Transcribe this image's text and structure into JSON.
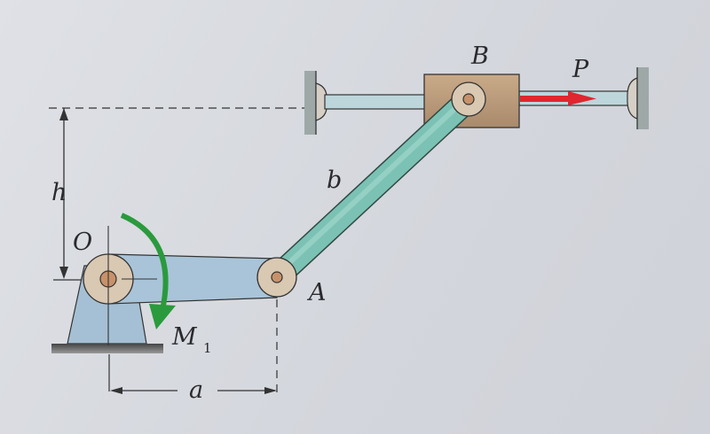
{
  "labels": {
    "B": "B",
    "P": "P",
    "b": "b",
    "h": "h",
    "O": "O",
    "A": "A",
    "M": "M",
    "M_sub": "1",
    "a": "a"
  },
  "colors": {
    "force_arrow": "#e0262e",
    "moment_arrow": "#2a9a3c",
    "link_b": "#7cc2b4",
    "crank": "#a9c4d8",
    "slider": "#b89a7c"
  }
}
